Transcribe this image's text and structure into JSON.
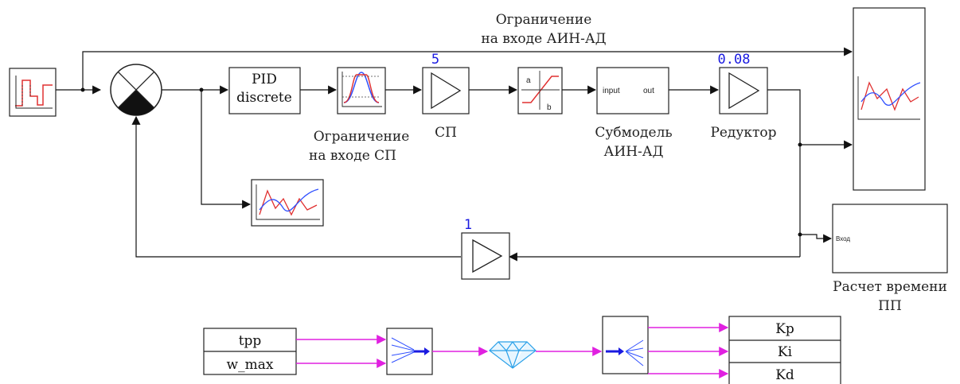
{
  "diagram": {
    "pid_block": {
      "line1": "PID",
      "line2": "discrete"
    },
    "limit_sp_label": {
      "line1": "Ограничение",
      "line2": "на входе СП"
    },
    "sp_gain": "5",
    "sp_label": "СП",
    "saturation": {
      "a": "a",
      "b": "b"
    },
    "submodel": {
      "input": "input",
      "output": "out",
      "label1": "Субмодель",
      "label2": "АИН-АД"
    },
    "reducer_gain": "0.08",
    "reducer_label": "Редуктор",
    "limit_ain_label": {
      "line1": "Ограничение",
      "line2": "на входе АИН-АД"
    },
    "feedback_gain": "1",
    "pp_block": {
      "input": "Вход",
      "label1": "Расчет времени",
      "label2": "ПП"
    },
    "inputs": [
      "tpp",
      "w_max"
    ],
    "outputs": [
      "Kp",
      "Ki",
      "Kd"
    ],
    "wire_colors": {
      "signal": "#111111",
      "parameter": "#e020e0",
      "gain_text": "#1a1ae0"
    }
  }
}
